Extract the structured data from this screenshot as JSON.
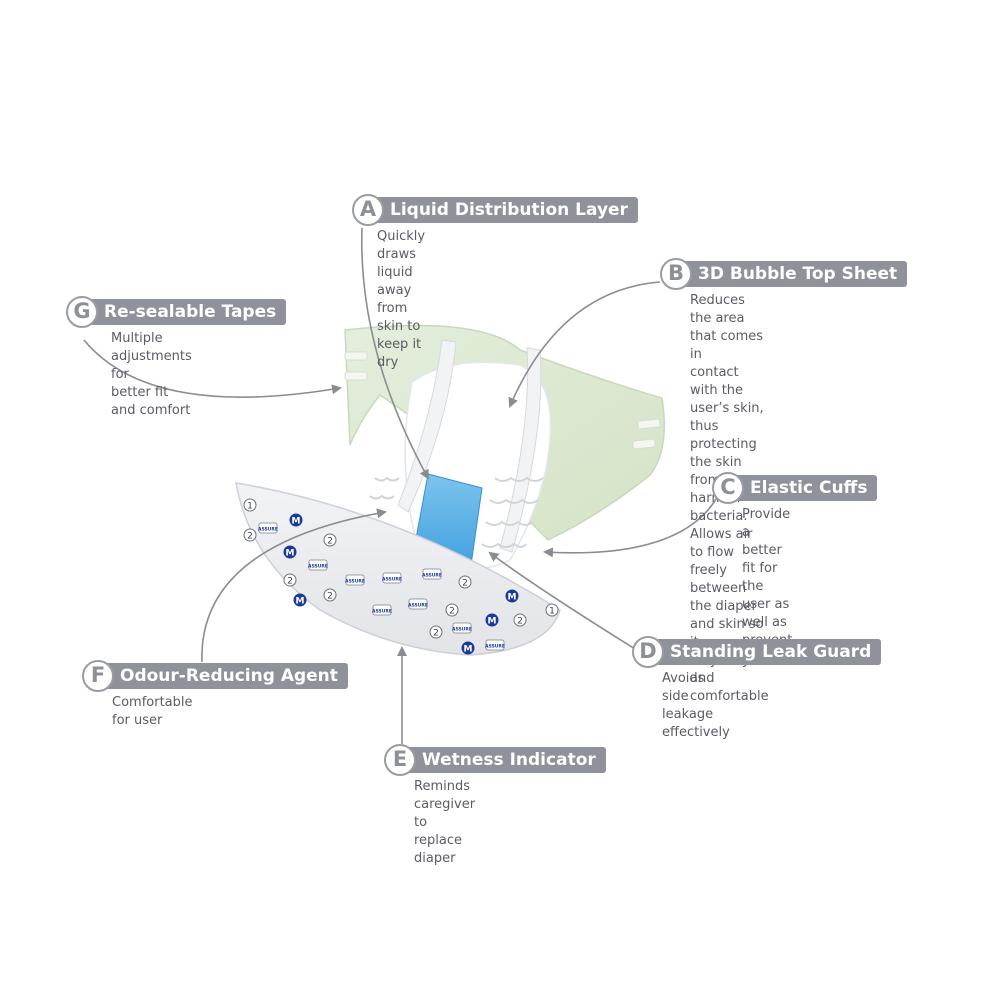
{
  "callouts": {
    "A": {
      "letter": "A",
      "title": "Liquid Distribution Layer",
      "desc": "Quickly draws liquid away from skin to\nkeep it dry"
    },
    "B": {
      "letter": "B",
      "title": "3D Bubble Top Sheet",
      "desc": "Reduces the area that comes in\ncontact with the user’s skin, thus\nprotecting the skin from harmful\nbacteria. Allows air to flow freely\nbetween the diaper and skin so it\nstays dry and comfortable"
    },
    "C": {
      "letter": "C",
      "title": "Elastic Cuffs",
      "desc": "Provide a better fit for\nthe user as well as prevent\nleakage"
    },
    "D": {
      "letter": "D",
      "title": "Standing Leak Guard",
      "desc": "Avoids side leakage effectively"
    },
    "E": {
      "letter": "E",
      "title": "Wetness Indicator",
      "desc": "Reminds caregiver to replace\ndiaper"
    },
    "F": {
      "letter": "F",
      "title": "Odour-Reducing Agent",
      "desc": "Comfortable for user"
    },
    "G": {
      "letter": "G",
      "title": "Re-sealable Tapes",
      "desc": "Multiple adjustments for\nbetter fit and comfort"
    }
  },
  "print": {
    "numbers": [
      "1",
      "2"
    ],
    "size_mark": "M",
    "brand_mark": "ASSURE"
  },
  "colors": {
    "label_bg": "#8f929b",
    "badge_border": "#9a9ca4",
    "text": "#5a5c63",
    "backsheet": "#dfead6",
    "absorbent_core": "#5ab0e6",
    "front_panel": "#eceef1",
    "print_blue": "#1a3a9a",
    "arrow": "#8a8c94"
  }
}
